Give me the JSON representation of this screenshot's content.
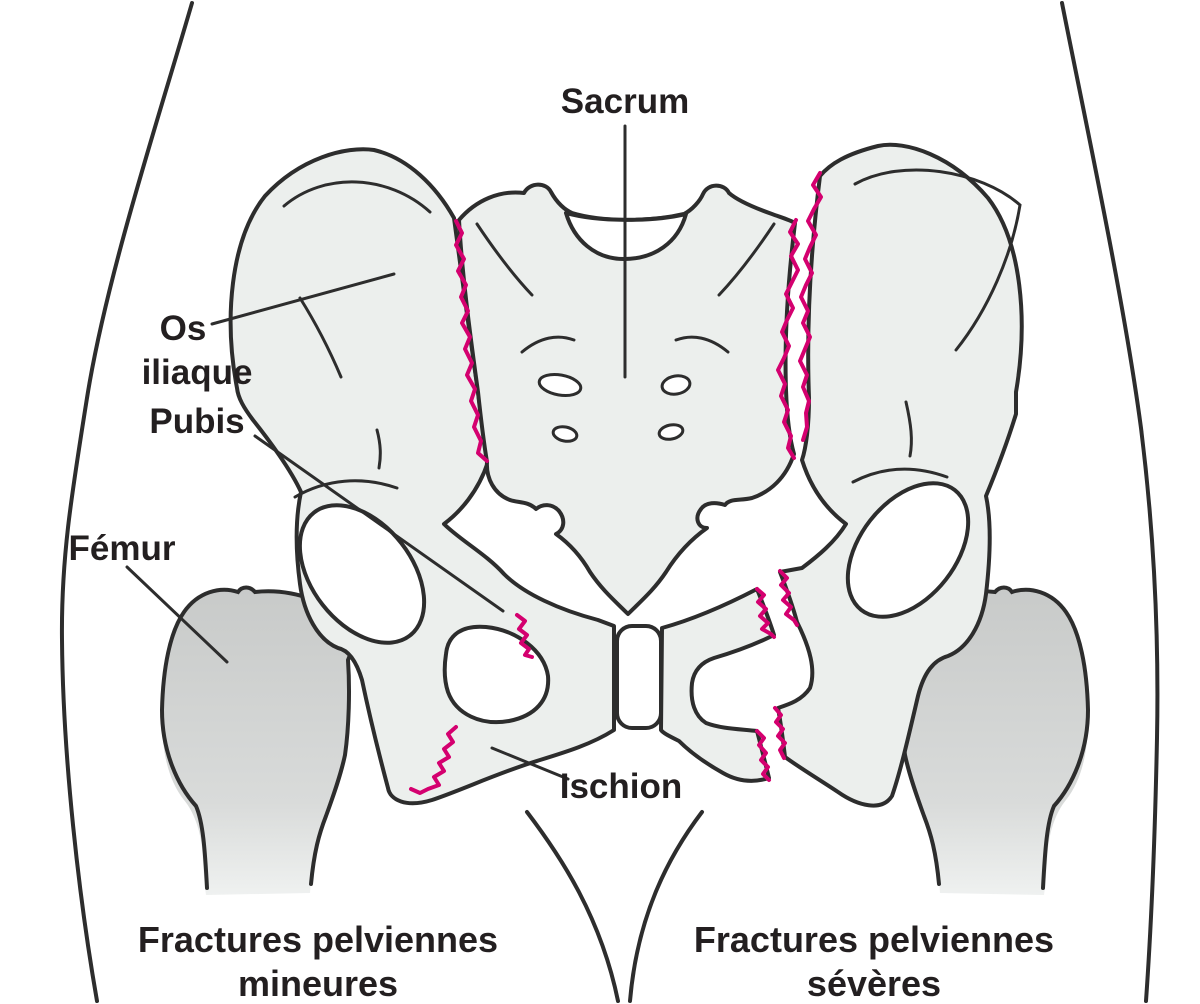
{
  "figure": {
    "labels": {
      "sacrum": "Sacrum",
      "os_iliaque_line1": "Os",
      "os_iliaque_line2": "iliaque",
      "pubis": "Pubis",
      "femur": "Fémur",
      "ischion": "Ischion"
    },
    "captions": {
      "left_line1": "Fractures pelviennes",
      "left_line2": "mineures",
      "right_line1": "Fractures pelviennes",
      "right_line2": "sévères"
    },
    "colors": {
      "outline": "#2d2d2d",
      "bone_fill": "#ecefed",
      "femur_top": "#c8cac9",
      "femur_mid": "#d9dbda",
      "femur_bottom": "#eff1f0",
      "fracture": "#d4006f",
      "text": "#231f20",
      "background": "#ffffff"
    }
  }
}
